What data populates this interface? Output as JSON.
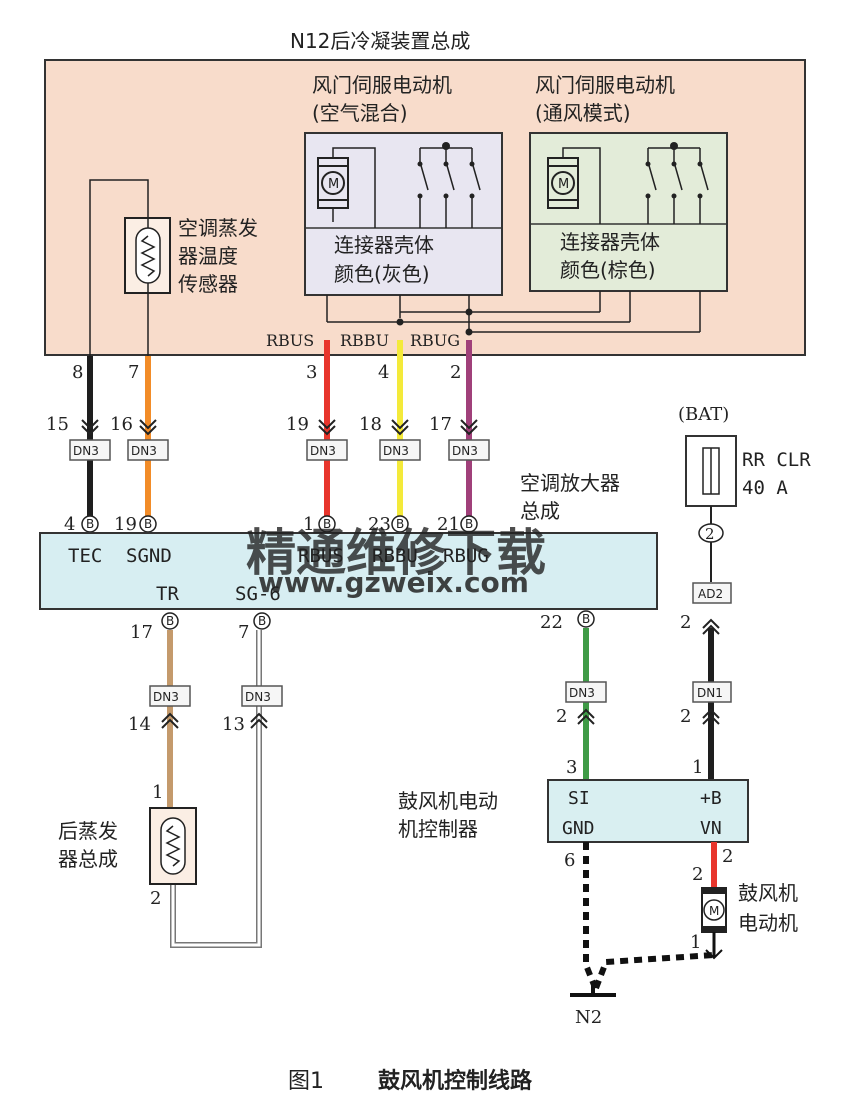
{
  "title": "N12后冷凝装置总成",
  "caption": {
    "figure": "图1",
    "text": "鼓风机控制线路"
  },
  "watermark": {
    "line1": "精通维修下载",
    "line2": "www.gzweix.com"
  },
  "unit": {
    "servo_air_mix": {
      "line1": "风门伺服电动机",
      "line2": "(空气混合)",
      "housing_line1": "连接器壳体",
      "housing_line2": "颜色(灰色)"
    },
    "servo_vent_mode": {
      "line1": "风门伺服电动机",
      "line2": "(通风模式)",
      "housing_line1": "连接器壳体",
      "housing_line2": "颜色(棕色)"
    },
    "evap_sensor": {
      "line1": "空调蒸发",
      "line2": "器温度",
      "line3": "传感器"
    },
    "motor_symbol": "M"
  },
  "bus_labels": [
    "RBUS",
    "RBBU",
    "RBUG"
  ],
  "unit_pins": [
    "8",
    "7",
    "3",
    "4",
    "2"
  ],
  "connectors_upper": {
    "pins": [
      "15",
      "16",
      "19",
      "18",
      "17"
    ],
    "name": "DN3"
  },
  "amplifier": {
    "label_line1": "空调放大器",
    "label_line2": "总成",
    "top_pins": [
      "4",
      "19",
      "1",
      "23",
      "21"
    ],
    "pin_marker": "B",
    "signals_top": [
      "TEC",
      "SGND",
      "RBUS",
      "RBBU",
      "RBUG"
    ],
    "signals_bottom": [
      "TR",
      "SG-6"
    ],
    "bottom_pins": [
      "17",
      "7",
      "22"
    ]
  },
  "battery": {
    "label": "(BAT)",
    "fuse_line1": "RR CLR",
    "fuse_line2": "40 A",
    "pin": "2",
    "connector": "AD2",
    "connector_pin": "2"
  },
  "connectors_lower": {
    "left": [
      {
        "name": "DN3",
        "pin": "14"
      },
      {
        "name": "DN3",
        "pin": "13"
      }
    ],
    "right": [
      {
        "name": "DN3",
        "pin": "2"
      },
      {
        "name": "DN1",
        "pin": "2"
      }
    ]
  },
  "rear_evap": {
    "line1": "后蒸发",
    "line2": "器总成",
    "pin_top": "1",
    "pin_bottom": "2"
  },
  "blower_controller": {
    "label_line1": "鼓风机电动",
    "label_line2": "机控制器",
    "signals": [
      "SI",
      "+B",
      "GND",
      "VN"
    ],
    "pins": [
      "3",
      "1",
      "6",
      "2"
    ]
  },
  "blower_motor": {
    "line1": "鼓风机",
    "line2": "电动机",
    "pin_top": "2",
    "pin_bottom": "1",
    "symbol": "M"
  },
  "ground": {
    "label": "N2"
  },
  "colors": {
    "unit_fill": "#f8dccb",
    "servo_fill": "#e8e6f1",
    "servo2_fill": "#e3ecd9",
    "amp_fill": "#d7eef2",
    "ctrl_fill": "#d9eff1",
    "wire_black": "#1e1e1e",
    "wire_orange": "#f28c28",
    "wire_red": "#e8352c",
    "wire_yellow": "#f4ea3a",
    "wire_purple": "#a0407a",
    "wire_tan": "#c49a6c",
    "wire_green": "#3f9b46",
    "watermark": "#f0b398"
  }
}
